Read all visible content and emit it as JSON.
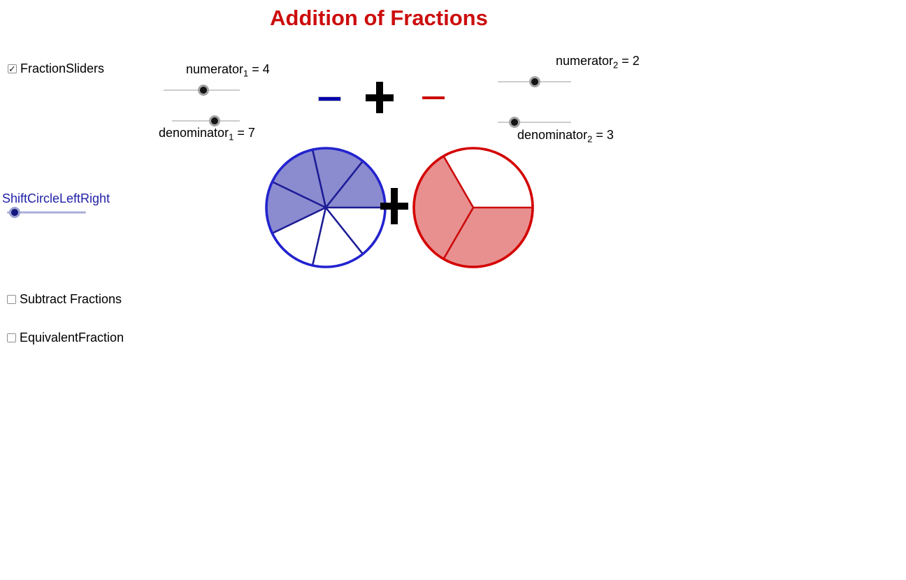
{
  "title": {
    "text": "Addition of Fractions"
  },
  "icons": {
    "checkmark": "✓",
    "plus_operator": "+"
  },
  "colors": {
    "title": "#cc0d0d",
    "shift_label": "#2121a8",
    "fraction1_bar": "#0000ae",
    "fraction2_bar": "#cc0101",
    "pie1_fill": "#8b8bd0",
    "pie1_outline": "#2323cf",
    "pie1_dividers": "#1c1c96",
    "pie2_fill": "#e89090",
    "pie2_outline": "#d40202",
    "pie2_dividers": "#cc0b0b",
    "slider_knob": "#141414",
    "blue_slider_knob": "#16167f"
  },
  "checkboxes": [
    {
      "label": "FractionSliders",
      "checked": true
    },
    {
      "label": "Subtract Fractions",
      "checked": false
    },
    {
      "label": "EquivalentFraction",
      "checked": false
    }
  ],
  "sliders": {
    "numerator1": {
      "base": "numerator",
      "sub": "1",
      "equals": " = 4",
      "value": 4,
      "knob_fraction": 0.52
    },
    "denominator1": {
      "base": "denominator",
      "sub": "1",
      "equals": " = 7",
      "value": 7,
      "knob_fraction": 0.63
    },
    "numerator2": {
      "base": "numerator",
      "sub": "2",
      "equals": " = 2",
      "value": 2,
      "knob_fraction": 0.5
    },
    "denominator2": {
      "base": "denominator",
      "sub": "2",
      "equals": " = 3",
      "value": 3,
      "knob_fraction": 0.23
    },
    "shift": {
      "label": "ShiftCircleLeftRight",
      "knob_fraction": 0.1
    }
  },
  "chart_data": [
    {
      "type": "pie",
      "name": "fraction1-circle",
      "numerator": 4,
      "denominator": 7,
      "filled_slices": 4,
      "total_slices": 7,
      "fill_direction": "ccw",
      "start_angle_deg": 0,
      "filled_color": "#8b8bd0",
      "outline_color": "#2323cf",
      "divider_color": "#1c1c96"
    },
    {
      "type": "pie",
      "name": "fraction2-circle",
      "numerator": 2,
      "denominator": 3,
      "filled_slices": 2,
      "total_slices": 3,
      "fill_direction": "cw",
      "start_angle_deg": 0,
      "filled_color": "#e89090",
      "outline_color": "#d40202",
      "divider_color": "#cc0b0b"
    }
  ]
}
